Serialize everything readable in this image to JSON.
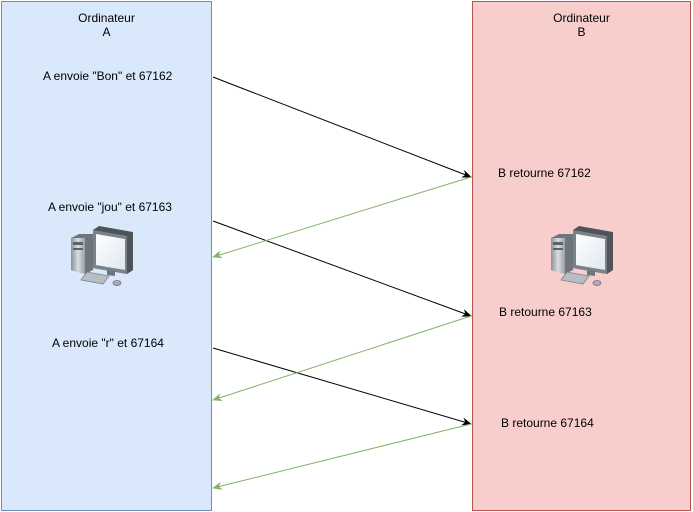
{
  "colors": {
    "panel_a_fill": "#dae8fc",
    "panel_a_stroke": "#6c8ebf",
    "panel_b_fill": "#f8cecc",
    "panel_b_stroke": "#b85450",
    "send_arrow": "#000000",
    "return_arrow": "#82b366"
  },
  "computer_a": {
    "title_line1": "Ordinateur",
    "title_line2": "A",
    "icon": "desktop-computer-icon",
    "messages": [
      "A envoie \"Bon\" et  67162",
      "A envoie \"jou\" et 67163",
      "A envoie \"r\" et 67164"
    ]
  },
  "computer_b": {
    "title_line1": "Ordinateur",
    "title_line2": "B",
    "icon": "desktop-computer-icon",
    "replies": [
      "B retourne 67162",
      "B retourne 67163",
      "B retourne 67164"
    ]
  }
}
